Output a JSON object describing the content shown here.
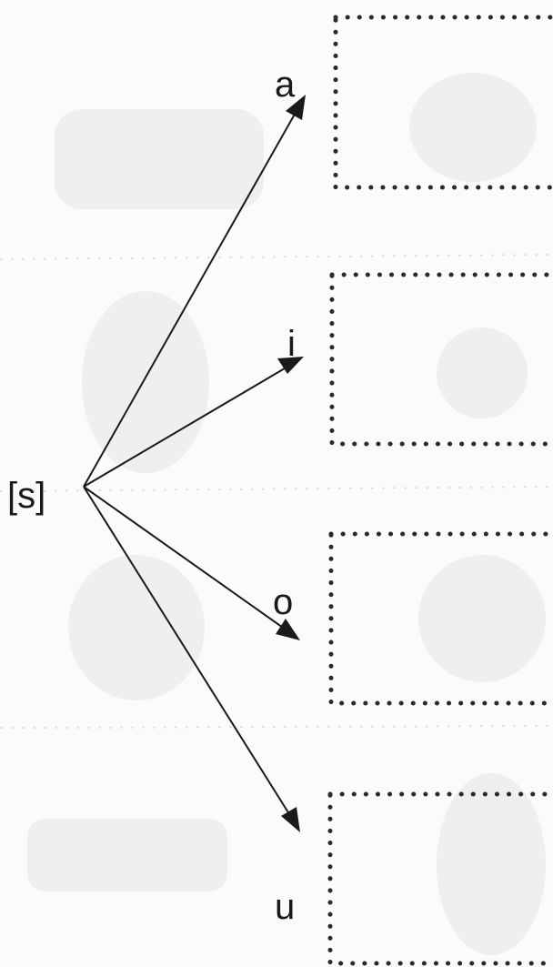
{
  "source_label": "[s]",
  "targets": [
    {
      "label": "a"
    },
    {
      "label": "i"
    },
    {
      "label": "o"
    },
    {
      "label": "u"
    }
  ],
  "colors": {
    "ink": "#1a1a1a",
    "background": "#fbfbfa",
    "ghost": "#d6dbd6"
  }
}
